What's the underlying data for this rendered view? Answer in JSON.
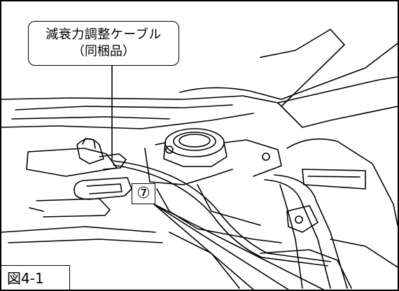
{
  "figure": {
    "callout_line1": "減衰力調整ケーブル",
    "callout_line2": "（同梱品）",
    "part_marker": "⑦",
    "figure_label": "図4-1"
  }
}
